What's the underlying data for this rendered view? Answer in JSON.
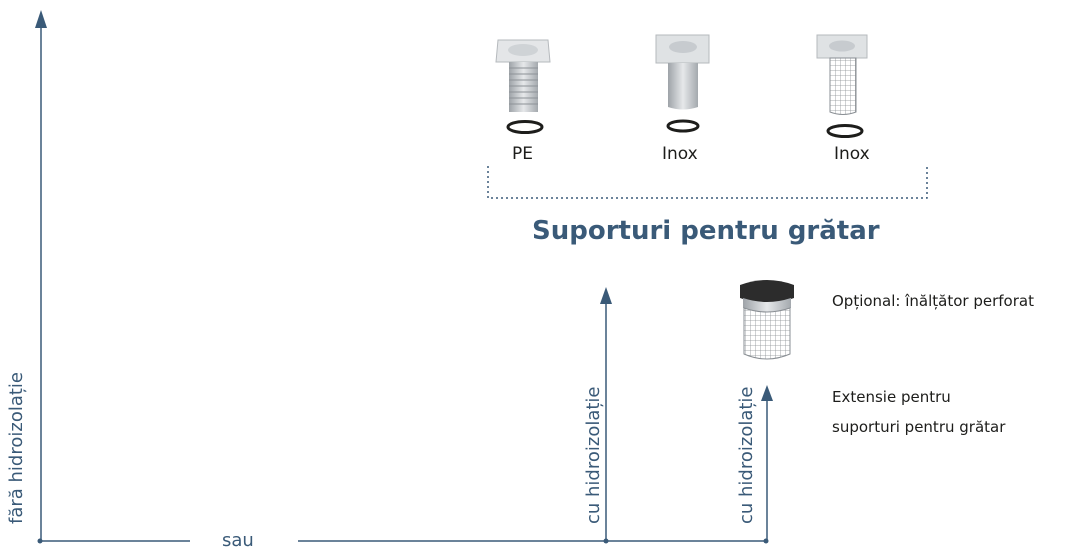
{
  "products": [
    {
      "label": "PE",
      "material": "PE"
    },
    {
      "label": "Inox",
      "material": "Inox"
    },
    {
      "label": "Inox",
      "material": "Inox"
    }
  ],
  "group_title": "Suporturi pentru grătar",
  "optional_label": "Opțional: înălțător perforat",
  "extension_label_line1": "Extensie pentru",
  "extension_label_line2": "suporturi pentru grătar",
  "axes": {
    "left": "fără hidroizolație",
    "middle": "cu hidroizolație",
    "right": "cu hidroizolație",
    "baseline_separator": "sau"
  },
  "colors": {
    "accent": "#3a5a78",
    "text": "#1d1d1b"
  }
}
